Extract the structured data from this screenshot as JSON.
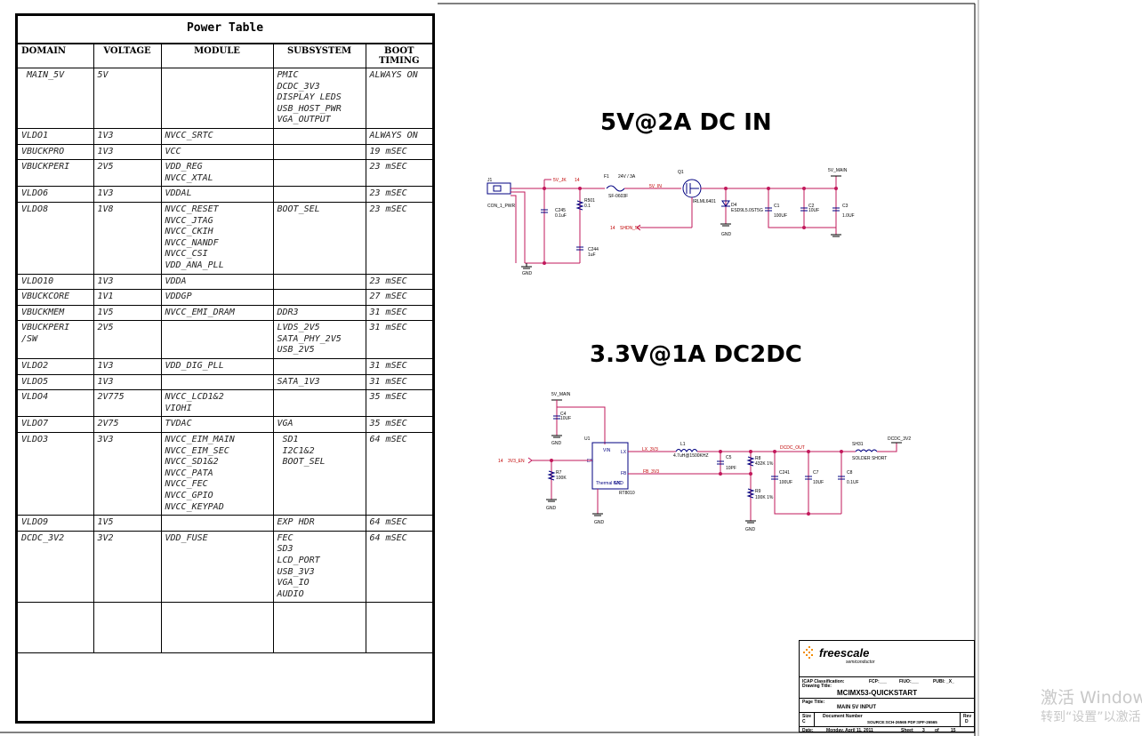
{
  "power_table": {
    "title": "Power Table",
    "headers": [
      "DOMAIN",
      "VOLTAGE",
      "MODULE",
      "SUBSYSTEM",
      "BOOT TIMING"
    ],
    "rows": [
      {
        "domain": " MAIN_5V",
        "voltage": "5V",
        "module": "",
        "subsystem": "PMIC\nDCDC_3V3\nDISPLAY LEDS\nUSB_HOST_PWR\nVGA_OUTPUT",
        "boot": "ALWAYS ON"
      },
      {
        "domain": "VLDO1",
        "voltage": "1V3",
        "module": "NVCC_SRTC",
        "subsystem": "",
        "boot": "ALWAYS ON"
      },
      {
        "domain": "VBUCKPRO",
        "voltage": "1V3",
        "module": "VCC",
        "subsystem": "",
        "boot": "19 mSEC"
      },
      {
        "domain": "VBUCKPERI",
        "voltage": "2V5",
        "module": "VDD_REG\nNVCC_XTAL",
        "subsystem": "",
        "boot": "23 mSEC"
      },
      {
        "domain": "VLDO6",
        "voltage": "1V3",
        "module": "VDDAL",
        "subsystem": "",
        "boot": "23 mSEC"
      },
      {
        "domain": "VLDO8",
        "voltage": "1V8",
        "module": "NVCC_RESET\nNVCC_JTAG\nNVCC_CKIH\nNVCC_NANDF\nNVCC_CSI\nVDD_ANA_PLL",
        "subsystem": "BOOT_SEL",
        "boot": "23 mSEC"
      },
      {
        "domain": "VLDO10",
        "voltage": "1V3",
        "module": "VDDA",
        "subsystem": "",
        "boot": "23 mSEC"
      },
      {
        "domain": "VBUCKCORE",
        "voltage": "1V1",
        "module": "VDDGP",
        "subsystem": "",
        "boot": "27 mSEC"
      },
      {
        "domain": "VBUCKMEM",
        "voltage": "1V5",
        "module": "NVCC_EMI_DRAM",
        "subsystem": "DDR3",
        "boot": "31 mSEC"
      },
      {
        "domain": "VBUCKPERI\n/SW",
        "voltage": "2V5",
        "module": "",
        "subsystem": "LVDS_2V5\nSATA_PHY_2V5\nUSB_2V5",
        "boot": "31 mSEC"
      },
      {
        "domain": "VLDO2",
        "voltage": "1V3",
        "module": "VDD_DIG_PLL",
        "subsystem": "",
        "boot": "31 mSEC"
      },
      {
        "domain": "VLDO5",
        "voltage": "1V3",
        "module": "",
        "subsystem": "SATA_1V3",
        "boot": "31 mSEC"
      },
      {
        "domain": "VLDO4",
        "voltage": "2V775",
        "module": "NVCC_LCD1&2\nVIOHI",
        "subsystem": "",
        "boot": "35 mSEC"
      },
      {
        "domain": "VLDO7",
        "voltage": "2V75",
        "module": "TVDAC",
        "subsystem": "VGA",
        "boot": "35 mSEC"
      },
      {
        "domain": "VLDO3",
        "voltage": "3V3",
        "module": "NVCC_EIM_MAIN\nNVCC_EIM_SEC\nNVCC_SD1&2\nNVCC_PATA\nNVCC_FEC\nNVCC_GPIO\nNVCC_KEYPAD",
        "subsystem": " SD1\n I2C1&2\n BOOT_SEL",
        "boot": "64 mSEC"
      },
      {
        "domain": "VLDO9",
        "voltage": "1V5",
        "module": "",
        "subsystem": "EXP HDR",
        "boot": "64 mSEC"
      },
      {
        "domain": "DCDC_3V2",
        "voltage": "3V2",
        "module": "VDD_FUSE",
        "subsystem": "FEC\nSD3\nLCD_PORT\nUSB_3V3\nVGA_IO\nAUDIO",
        "boot": "64 mSEC"
      }
    ]
  },
  "schematic": {
    "section1_title": "5V@2A DC IN",
    "section2_title": "3.3V@1A DC2DC",
    "labels": {
      "j1": "J1",
      "con": "CON_1_PWR",
      "net_5v_jk": "5V_JK",
      "pin14a": "14",
      "f1": "F1",
      "f1_val": "24V / 3A",
      "f1_part": "SF-0603F",
      "c245": "C245",
      "c245_val": "0.1uF",
      "r501": "R501",
      "r501_val": "0.1",
      "c244": "C244",
      "c244_val": "1uF",
      "net_5v_in": "5V_IN",
      "q1": "Q1",
      "q1_part": "IRLML6401",
      "d4": "D4",
      "d4_part": "ESD9L5.0ST5G",
      "gnd": "GND",
      "pin14b": "14",
      "shdn": "SHDN_5V",
      "c1": "C1",
      "c1_val": "100UF",
      "c2": "C2",
      "c2_val": "10UF",
      "c3": "C3",
      "c3_val": "1.0UF",
      "net_5v_main": "5V_MAIN",
      "net_5v_main2": "5V_MAIN",
      "c4": "C4",
      "c4_val": "10UF",
      "u1": "U1",
      "u1_part": "RT8010",
      "pin_vin": "VIN",
      "pin_en": "EN",
      "pin_lx": "LX",
      "pin_fb": "FB",
      "pin_gnd": "Thermal GND",
      "pin_nc": "N/C",
      "pin14c": "14",
      "net_3v3_en": "3V3_EN",
      "r7": "R7",
      "r7_val": "100K",
      "net_lx": "LX_3V3",
      "net_fb": "FB_3V3",
      "l1": "L1",
      "l1_val": "4.7uH@1500KHZ",
      "c5": "C5",
      "c5_val": "10PF",
      "r8": "R8",
      "r8_val": "432K 1%",
      "r9": "R9",
      "r9_val": "100K 1%",
      "net_dcdc_out": "DCDC_OUT",
      "c241": "C241",
      "c241_val": "100UF",
      "c7": "C7",
      "c7_val": "10UF",
      "c8": "C8",
      "c8_val": "0.1UF",
      "sh31": "SH31",
      "sh31_val": "SOLDER SHORT",
      "net_dcdc_3v2": "DCDC_3V2"
    }
  },
  "title_block": {
    "logo": "freescale",
    "logo_sub": "semiconductor",
    "icap_label": "ICAP Classification:",
    "fcp": "FCP:___",
    "fiuo": "FIUO:___",
    "pubi": "PUBI: _X_",
    "drawing_title_label": "Drawing Title:",
    "drawing_title": "MCIMX53-QUICKSTART",
    "page_title_label": "Page Title:",
    "page_title": "MAIN 5V INPUT",
    "size_label": "Size",
    "size": "C",
    "docnum_label": "Document Number",
    "docnum": "SOURCE:SCH-26565 PDF:SPF-26565",
    "rev_label": "Rev",
    "rev": "D",
    "date_label": "Date:",
    "date": "Monday, April 11, 2011",
    "sheet_label": "Sheet",
    "sheet": "3",
    "of_label": "of",
    "of": "15"
  },
  "watermark": {
    "line1": "激活 Window",
    "line2": "转到“设置”以激活"
  }
}
